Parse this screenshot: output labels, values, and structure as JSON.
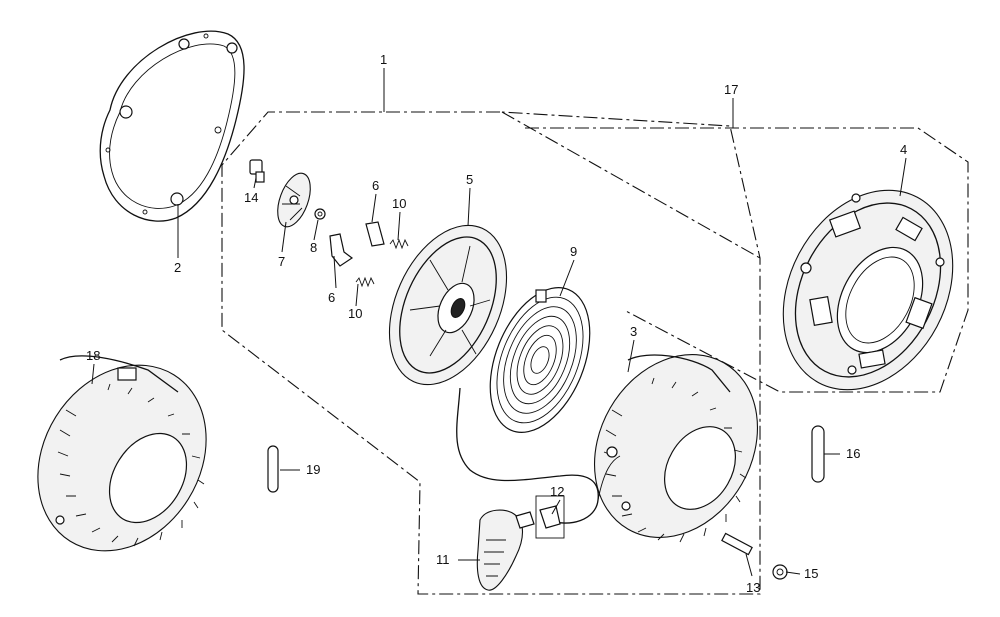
{
  "diagram": {
    "callouts": {
      "c1": "1",
      "c2": "2",
      "c3": "3",
      "c4": "4",
      "c5": "5",
      "c6a": "6",
      "c6b": "6",
      "c7": "7",
      "c8": "8",
      "c9": "9",
      "c10a": "10",
      "c10b": "10",
      "c11": "11",
      "c12": "12",
      "c13": "13",
      "c14": "14",
      "c15": "15",
      "c16": "16",
      "c17": "17",
      "c18": "18",
      "c19": "19"
    }
  }
}
